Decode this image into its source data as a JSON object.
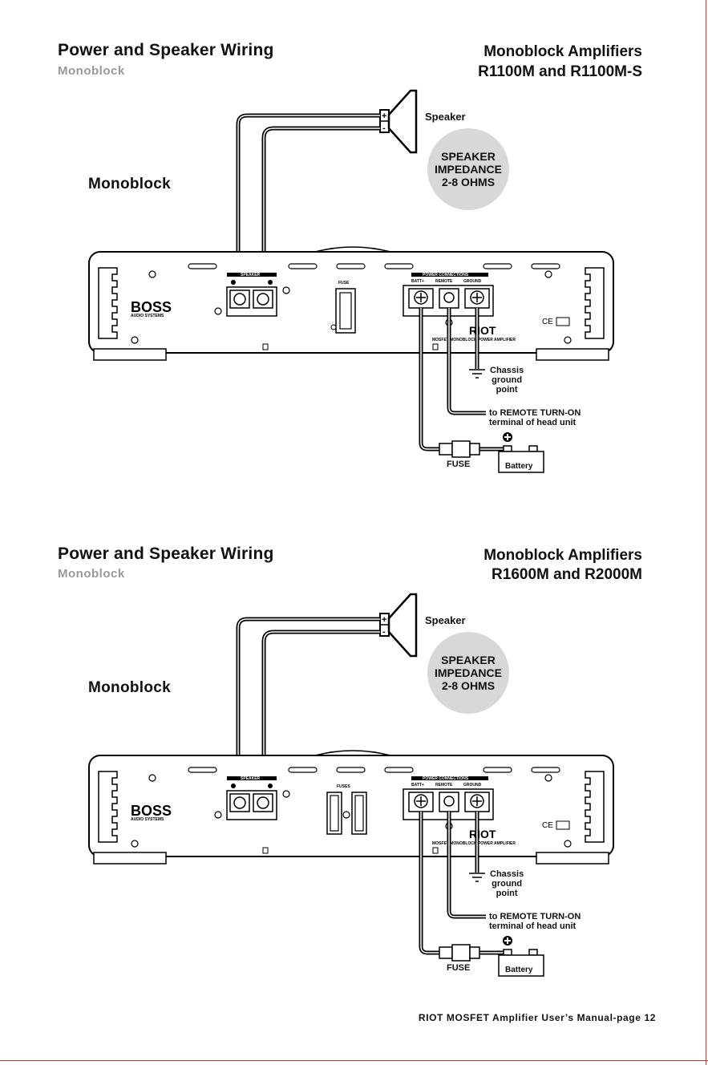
{
  "footer": "RIOT MOSFET Amplifier User’s Manual-page 12",
  "sections": [
    {
      "title": "Power and Speaker Wiring",
      "subtitle": "Monoblock",
      "right_title_1": "Monoblock Amplifiers",
      "right_title_2": "R1100M and R1100M-S",
      "mode_label": "Monoblock",
      "speaker_label": "Speaker",
      "impedance": [
        "SPEAKER",
        "IMPEDANCE",
        "2-8 OHMS"
      ],
      "fuse_panel_label": "FUSE",
      "speaker_terminal_label": "SPEAKER",
      "power_connections_label": "POWER CONNECTIONS",
      "terminals": [
        "BATT+",
        "REMOTE",
        "GROUND"
      ],
      "brand": "BOSS",
      "brand_sub": "AUDIO SYSTEMS",
      "model": "RIOT",
      "model_sub": "MOSFET MONOBLOCK POWER AMPLIFIER",
      "ce_mark": "CE",
      "chassis": [
        "Chassis",
        "ground",
        "point"
      ],
      "remote": [
        "to REMOTE TURN-ON",
        "terminal of head unit"
      ],
      "inline_fuse_label": "FUSE",
      "battery_label": "Battery"
    },
    {
      "title": "Power and Speaker Wiring",
      "subtitle": "Monoblock",
      "right_title_1": "Monoblock Amplifiers",
      "right_title_2": "R1600M and R2000M",
      "mode_label": "Monoblock",
      "speaker_label": "Speaker",
      "impedance": [
        "SPEAKER",
        "IMPEDANCE",
        "2-8 OHMS"
      ],
      "fuse_panel_label": "FUSES",
      "speaker_terminal_label": "SPEAKER",
      "power_connections_label": "POWER CONNECTIONS",
      "terminals": [
        "BATT+",
        "REMOTE",
        "GROUND"
      ],
      "brand": "BOSS",
      "brand_sub": "AUDIO SYSTEMS",
      "model": "RIOT",
      "model_sub": "MOSFET MONOBLOCK POWER AMPLIFIER",
      "ce_mark": "CE",
      "chassis": [
        "Chassis",
        "ground",
        "point"
      ],
      "remote": [
        "to REMOTE TURN-ON",
        "terminal of head unit"
      ],
      "inline_fuse_label": "FUSE",
      "battery_label": "Battery"
    }
  ]
}
